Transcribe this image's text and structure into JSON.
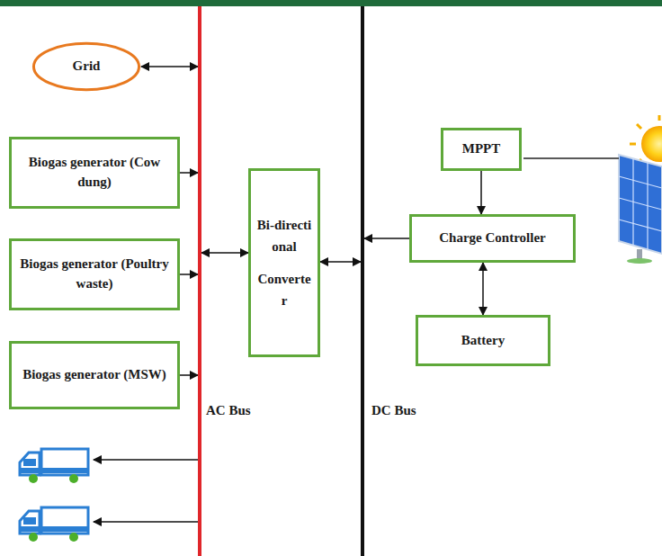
{
  "diagram": {
    "nodes": [
      {
        "text": [
          "Grid"
        ]
      },
      {
        "text": [
          "Biogas generator (Cow dung)"
        ]
      },
      {
        "text": [
          "Biogas generator (Poultry waste)"
        ]
      },
      {
        "text": [
          "Biogas generator (MSW)"
        ]
      },
      {
        "text": [
          "AC Bus"
        ]
      },
      {
        "text": [
          "Bi-directional",
          "Converter"
        ]
      },
      {
        "text": [
          "DC Bus"
        ]
      },
      {
        "text": [
          "MPPT"
        ]
      },
      {
        "text": [
          "Charge Controller"
        ]
      },
      {
        "text": [
          "Battery"
        ]
      }
    ],
    "edges": [
      {
        "from": 0,
        "to": 4,
        "arrow": "both"
      },
      {
        "from": 1,
        "to": 4,
        "arrow": "to"
      },
      {
        "from": 2,
        "to": 4,
        "arrow": "to"
      },
      {
        "from": 3,
        "to": 4,
        "arrow": "to"
      },
      {
        "from": 4,
        "to": 5,
        "arrow": "both"
      },
      {
        "from": 5,
        "to": 6,
        "arrow": "both"
      },
      {
        "from": 8,
        "to": 6,
        "arrow": "to"
      },
      {
        "from": 7,
        "to": 8,
        "arrow": "to"
      },
      {
        "from": 8,
        "to": 9,
        "arrow": "both"
      }
    ]
  }
}
